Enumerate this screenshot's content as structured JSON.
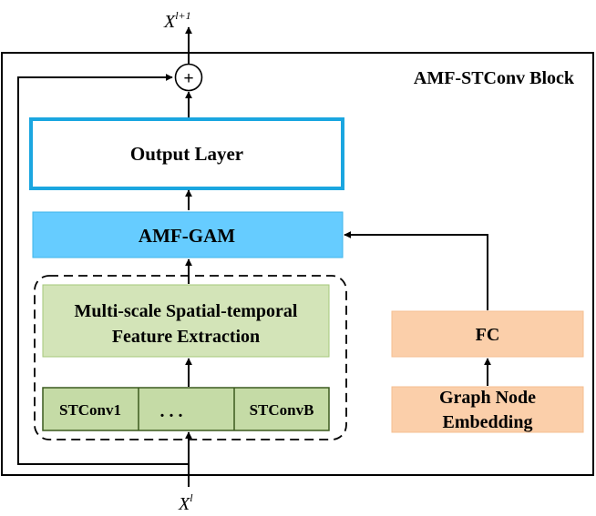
{
  "block": {
    "title": "AMF-STConv Block"
  },
  "labels": {
    "output_symbol": "X",
    "output_superscript": "l+1",
    "input_symbol": "X",
    "input_superscript": "l",
    "plus_sign": "+"
  },
  "nodes": {
    "output_layer": "Output Layer",
    "amf_gam": "AMF-GAM",
    "feature_extraction_line1": "Multi-scale Spatial-temporal",
    "feature_extraction_line2": "Feature Extraction",
    "stconv_first": "STConv1",
    "stconv_ellipsis": ". . .",
    "stconv_last": "STConvB",
    "fc": "FC",
    "embedding_line1": "Graph Node",
    "embedding_line2": "Embedding"
  },
  "colors": {
    "output_layer_border": "#1aa6e0",
    "amf_gam_fill": "#66ccff",
    "feature_fill": "#d3e4b8",
    "feature_border": "#a6c77a",
    "stconv_fill": "#c5dba6",
    "stconv_border": "#3b5a1f",
    "orange_fill": "#fbcfaa"
  }
}
